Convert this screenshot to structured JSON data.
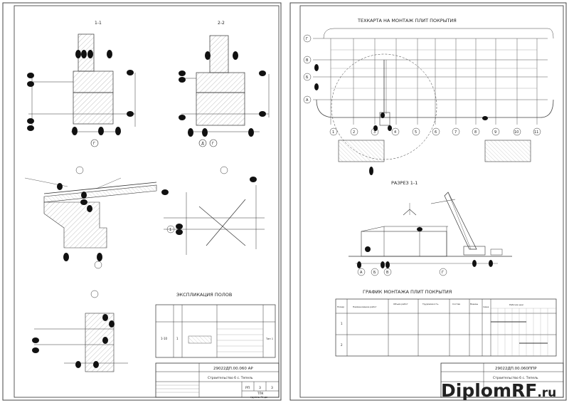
{
  "left_sheet": {
    "section_labels": [
      "1-1",
      "2-2"
    ],
    "axis_markers": [
      "Г",
      "Д",
      "Г",
      "1"
    ],
    "explication_title": "ЭКСПЛИКАЦИЯ ПОЛОВ",
    "explication_table": {
      "room": "1-10",
      "type": "1",
      "area": "Тип 1"
    },
    "stamp": {
      "code": "29022ДП.00.060 АР",
      "project": "Строительство 6 с. Тепель",
      "stage": "РП",
      "sheet": "3",
      "sheets": "3",
      "org": "ТПК",
      "group": "группа 70 дс"
    }
  },
  "right_sheet": {
    "title": "ТЕХКАРТА НА МОНТАЖ ПЛИТ ПОКРЫТИЯ",
    "row_labels": [
      "Г",
      "В",
      "Б",
      "А"
    ],
    "column_labels": [
      "1",
      "2",
      "3",
      "4",
      "5",
      "6",
      "7",
      "8",
      "9",
      "10",
      "11"
    ],
    "section_title": "РАЗРЕЗ 1-1",
    "section_axes": [
      "А",
      "Б",
      "В",
      "Г"
    ],
    "schedule_title": "ГРАФИК МОНТАЖА ПЛИТ ПОКРЫТИЯ",
    "schedule_headers": [
      "Номер",
      "Наименование работ",
      "Объем работ",
      "Трудоемкость",
      "Состав",
      "Машины",
      "Смена",
      "Рабочие дни"
    ],
    "schedule_rows": [
      "1",
      "2"
    ],
    "stamp": {
      "code": "29022ДП.00.060ППР",
      "project": "Строительство 6 с. Тепель"
    }
  },
  "watermark": {
    "text": "DiplomRF",
    "suffix": ".ru",
    "color": "#c0102a"
  }
}
